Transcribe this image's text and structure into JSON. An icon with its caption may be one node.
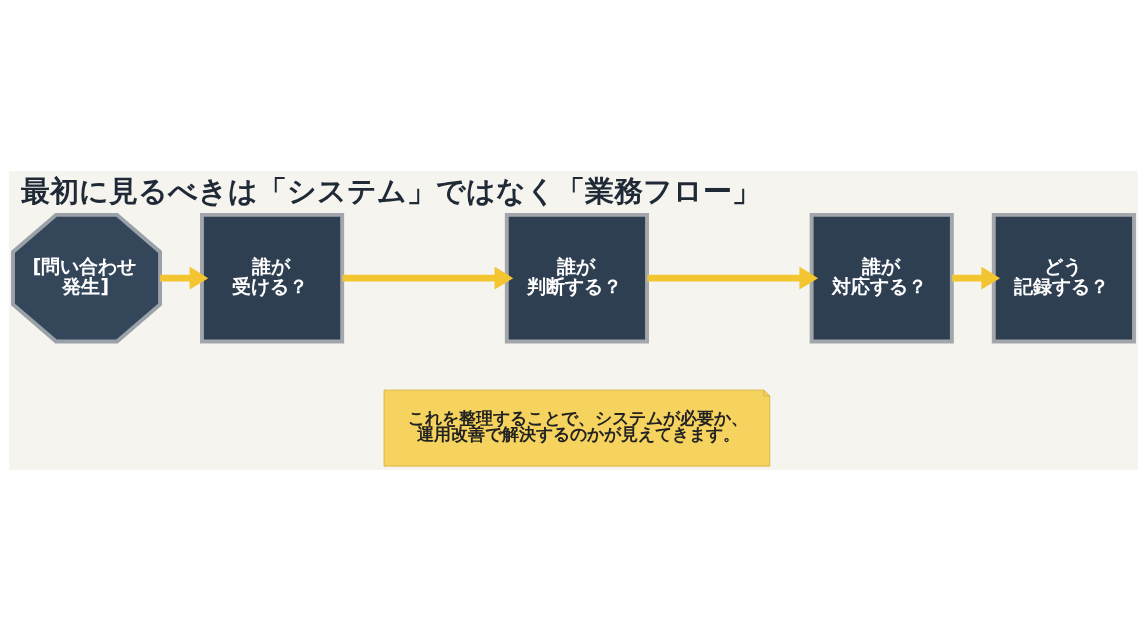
{
  "diagram": {
    "title": "最初に見るべきは「システム」ではなく「業務フロー」",
    "nodes": [
      {
        "text": [
          "[問い合わせ発生]"
        ]
      },
      {
        "text": [
          "誰が受ける？"
        ]
      },
      {
        "text": [
          "誰が判断する？"
        ]
      },
      {
        "text": [
          "誰が対応する？"
        ]
      },
      {
        "text": [
          "どう記録する？"
        ]
      },
      {
        "text": [
          "これを整理することで、システムが必要か、運用改善で解決するのかが見えてきます。"
        ]
      }
    ],
    "edges": [
      {
        "from": 0,
        "to": 1,
        "arrow": "to"
      },
      {
        "from": 1,
        "to": 2,
        "arrow": "to"
      },
      {
        "from": 2,
        "to": 3,
        "arrow": "to"
      },
      {
        "from": 3,
        "to": 4,
        "arrow": "to"
      }
    ]
  }
}
